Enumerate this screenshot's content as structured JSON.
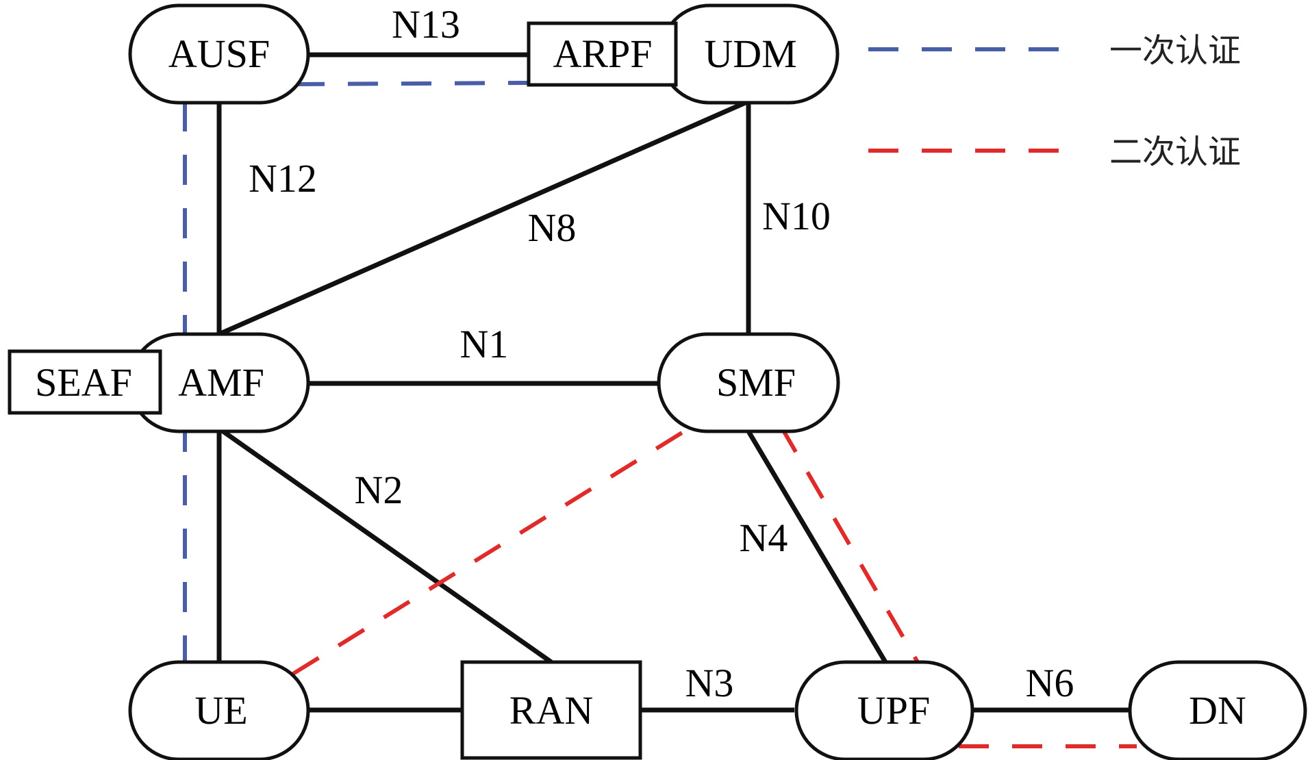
{
  "nodes": {
    "ausf": "AUSF",
    "udm": "UDM",
    "arpf": "ARPF",
    "amf": "AMF",
    "seaf": "SEAF",
    "smf": "SMF",
    "ue": "UE",
    "ran": "RAN",
    "upf": "UPF",
    "dn": "DN"
  },
  "interfaces": {
    "n13": "N13",
    "n12": "N12",
    "n8": "N8",
    "n10": "N10",
    "n1": "N1",
    "n2": "N2",
    "n4": "N4",
    "n3": "N3",
    "n6": "N6"
  },
  "legend": {
    "primary_auth": "一次认证",
    "secondary_auth": "二次认证"
  },
  "colors": {
    "primary_auth": "#4a5ea8",
    "secondary_auth": "#e02b2b",
    "link": "#111111"
  }
}
